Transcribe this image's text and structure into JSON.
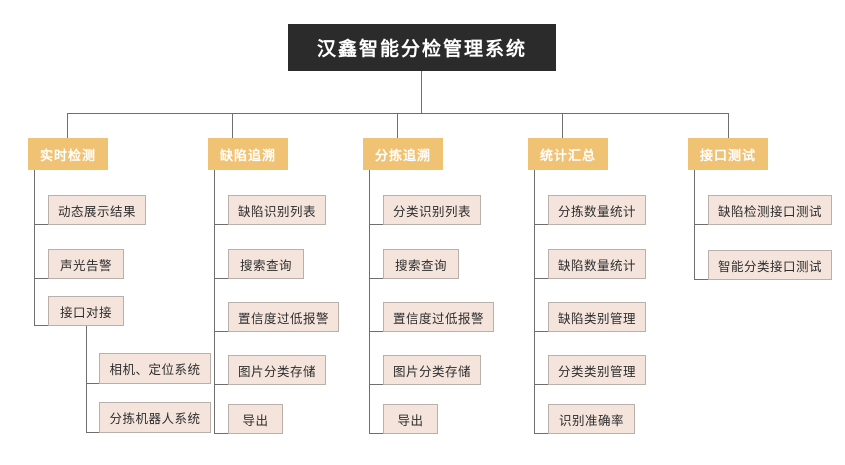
{
  "diagram": {
    "type": "org-chart",
    "title": "汉鑫智能分检管理系统",
    "colors": {
      "root_bg": "#2b2b2b",
      "root_text": "#ffffff",
      "level2_bg": "#f0c274",
      "level2_text": "#ffffff",
      "leaf_bg": "#f4e4dc",
      "leaf_border": "#b9b0ac",
      "leaf_text": "#2d2d2d",
      "connector": "#6f6f6f",
      "background": "#ffffff"
    },
    "root": {
      "label": "汉鑫智能分检管理系统"
    },
    "branches": [
      {
        "label": "实时检测",
        "children": [
          {
            "label": "动态展示结果",
            "children": []
          },
          {
            "label": "声光告警",
            "children": []
          },
          {
            "label": "接口对接",
            "children": [
              {
                "label": "相机、定位系统"
              },
              {
                "label": "分拣机器人系统"
              }
            ]
          }
        ]
      },
      {
        "label": "缺陷追溯",
        "children": [
          {
            "label": "缺陷识别列表",
            "children": []
          },
          {
            "label": "搜索查询",
            "children": []
          },
          {
            "label": "置信度过低报警",
            "children": []
          },
          {
            "label": "图片分类存储",
            "children": []
          },
          {
            "label": "导出",
            "children": []
          }
        ]
      },
      {
        "label": "分拣追溯",
        "children": [
          {
            "label": "分类识别列表",
            "children": []
          },
          {
            "label": "搜索查询",
            "children": []
          },
          {
            "label": "置信度过低报警",
            "children": []
          },
          {
            "label": "图片分类存储",
            "children": []
          },
          {
            "label": "导出",
            "children": []
          }
        ]
      },
      {
        "label": "统计汇总",
        "children": [
          {
            "label": "分拣数量统计",
            "children": []
          },
          {
            "label": "缺陷数量统计",
            "children": []
          },
          {
            "label": "缺陷类别管理",
            "children": []
          },
          {
            "label": "分类类别管理",
            "children": []
          },
          {
            "label": "识别准确率",
            "children": []
          }
        ]
      },
      {
        "label": "接口测试",
        "children": [
          {
            "label": "缺陷检测接口测试",
            "children": []
          },
          {
            "label": "智能分类接口测试",
            "children": []
          }
        ]
      }
    ]
  }
}
